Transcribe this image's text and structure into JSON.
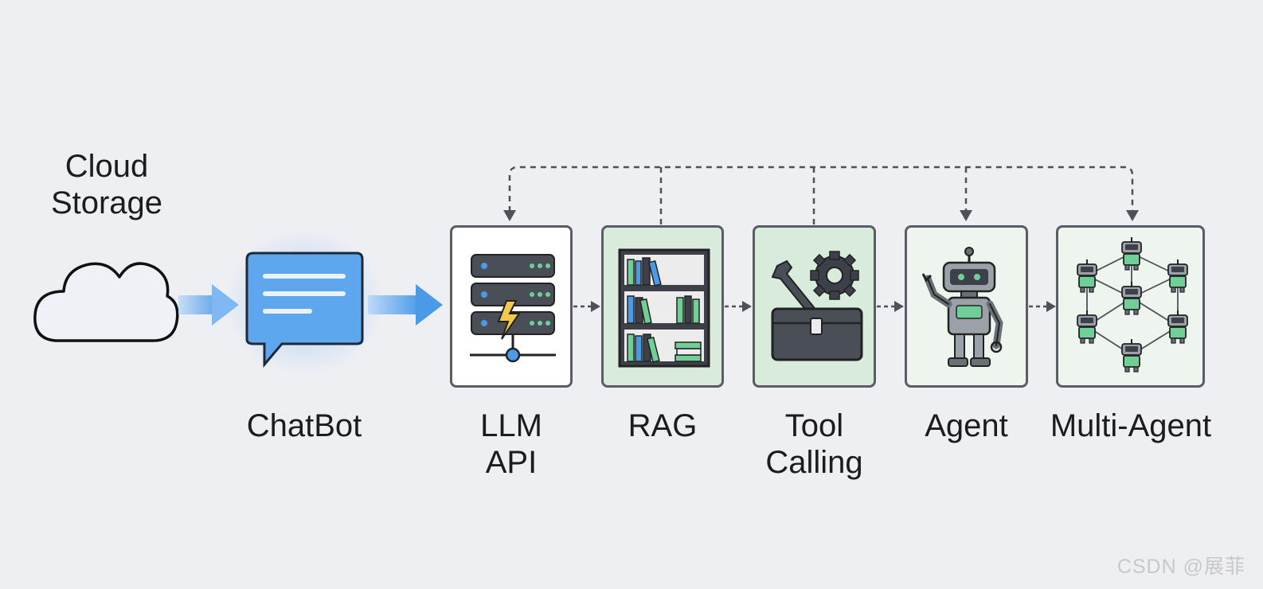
{
  "nodes": {
    "cloud_storage": {
      "line1": "Cloud",
      "line2": "Storage"
    },
    "chatbot": {
      "label": "ChatBot"
    },
    "llm_api": {
      "line1": "LLM",
      "line2": "API"
    },
    "rag": {
      "label": "RAG"
    },
    "tool_calling": {
      "line1": "Tool",
      "line2": "Calling"
    },
    "agent": {
      "label": "Agent"
    },
    "multi_agent": {
      "label": "Multi-Agent"
    }
  },
  "colors": {
    "background": "#eeeff3",
    "card_white": "#ffffff",
    "card_green": "#d9ecdc",
    "card_light_green": "#edf5ee",
    "accent_blue": "#4b9ae8",
    "accent_green": "#6fcf97",
    "connector_gray": "#5a5d63"
  },
  "icons": [
    "cloud-icon",
    "chat-bubble-icon",
    "server-icon",
    "bookshelf-icon",
    "toolbox-icon",
    "robot-icon",
    "robot-network-icon"
  ],
  "watermark": "CSDN @展菲"
}
